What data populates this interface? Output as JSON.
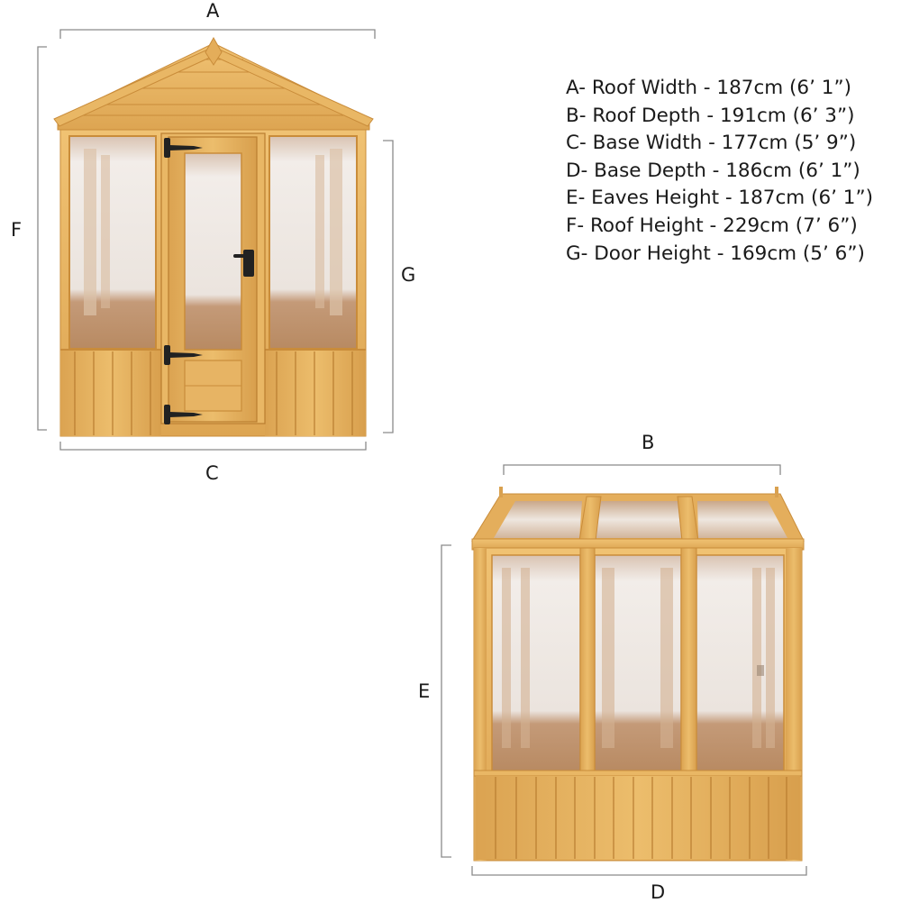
{
  "dimension_labels": {
    "a": "A",
    "b": "B",
    "c": "C",
    "d": "D",
    "e": "E",
    "f": "F",
    "g": "G"
  },
  "specifications": [
    {
      "key": "A",
      "text": "A- Roof Width - 187cm (6’ 1”)"
    },
    {
      "key": "B",
      "text": "B- Roof Depth - 191cm (6’ 3”)"
    },
    {
      "key": "C",
      "text": "C- Base Width - 177cm (5’ 9”)"
    },
    {
      "key": "D",
      "text": "D- Base Depth - 186cm (6’ 1”)"
    },
    {
      "key": "E",
      "text": "E- Eaves Height - 187cm (6’ 1”)"
    },
    {
      "key": "F",
      "text": "F- Roof Height - 229cm (7’ 6”)"
    },
    {
      "key": "G",
      "text": "G- Door Height - 169cm (5’ 6”)"
    }
  ],
  "views": {
    "front": {
      "name": "Front elevation (apex roof, central door with two hinges and lever handle)"
    },
    "side": {
      "name": "Side elevation (three glazed panels, three roof panes)"
    }
  },
  "colors": {
    "wood": "#e2ad58",
    "wood_dark": "#c98c3a",
    "glass": "#e8dcd2",
    "floor": "#b9875e",
    "dimension_line": "#8a8a8a",
    "text": "#1a1a1a",
    "hardware": "#222222"
  }
}
